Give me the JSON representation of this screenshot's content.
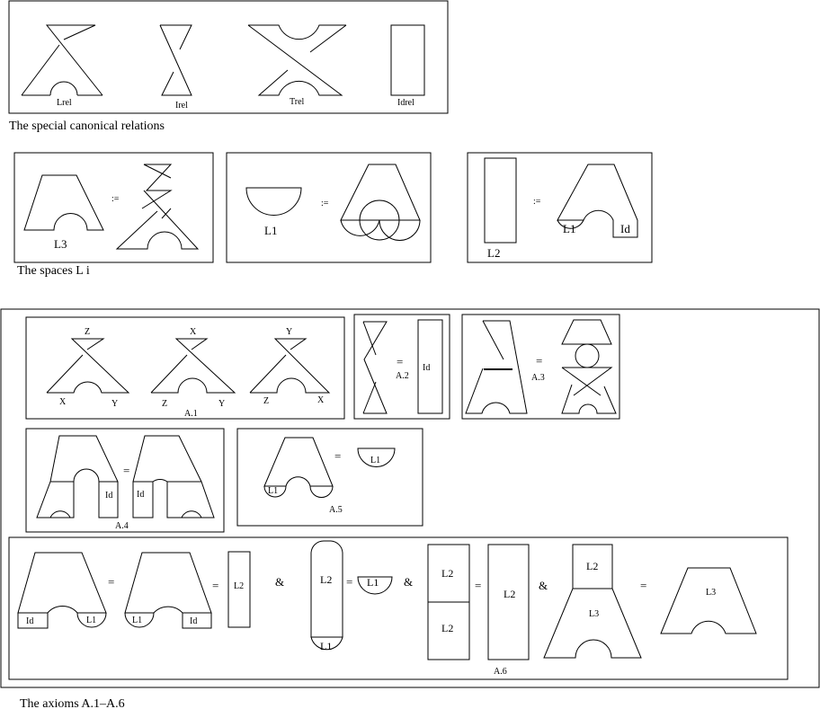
{
  "captions": {
    "relations": "The special canonical relations",
    "spaces": "The spaces  L i",
    "axioms": "The axioms A.1–A.6"
  },
  "relations": {
    "lrel": "Lrel",
    "irel": "Irel",
    "trel": "Trel",
    "idrel": "Idrel"
  },
  "spaces": {
    "eq": ":=",
    "l3": "L3",
    "l1": "L1",
    "l2": "L2",
    "l1_box": "L1",
    "id_box": "Id"
  },
  "axioms": {
    "eq": "=",
    "and": "&",
    "a1": {
      "label": "A.1",
      "f1": {
        "top": "Z",
        "left": "X",
        "right": "Y"
      },
      "f2": {
        "top": "X",
        "left": "Z",
        "right": "Y"
      },
      "f3": {
        "top": "Y",
        "left": "Z",
        "right": "X"
      }
    },
    "a2": {
      "label": "A.2",
      "id": "Id"
    },
    "a3": {
      "label": "A.3"
    },
    "a4": {
      "label": "A.4",
      "id_left": "Id",
      "id_right": "Id"
    },
    "a5": {
      "label": "A.5",
      "l1_small": "L1",
      "l1_box": "L1"
    },
    "a6": {
      "label": "A.6",
      "id1": "Id",
      "l1a": "L1",
      "l1b": "L1",
      "id2": "Id",
      "l2a": "L2",
      "l2b": "L2",
      "l1c": "L1",
      "l1d": "L1",
      "l2top": "L2",
      "l2bottom": "L2",
      "l2tall": "L2",
      "l2cap": "L2",
      "l3a": "L3",
      "l3b": "L3"
    }
  }
}
